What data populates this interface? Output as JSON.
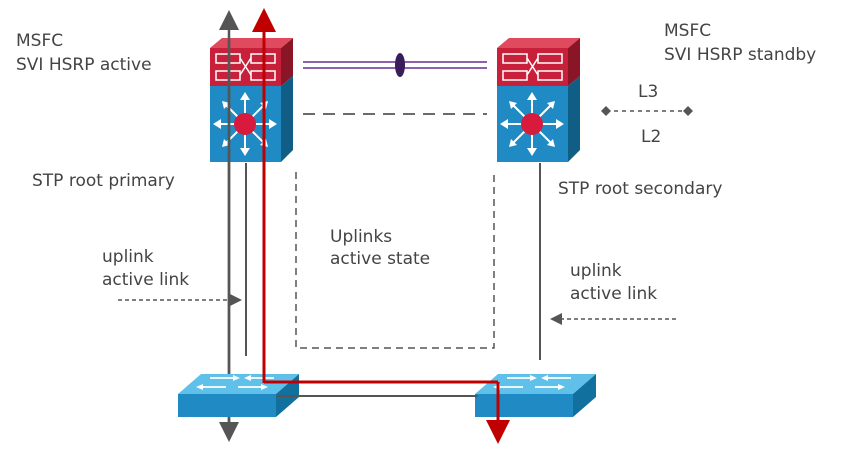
{
  "labels": {
    "left_mfsc_line1": "MSFC",
    "left_mfsc_line2": "SVI HSRP active",
    "right_mfsc_line1": "MSFC",
    "right_mfsc_line2": "SVI HSRP standby",
    "l3": "L3",
    "l2": "L2",
    "stp_primary": "STP root primary",
    "stp_secondary": "STP root secondary",
    "uplinks_line1": "Uplinks",
    "uplinks_line2": "active state",
    "left_uplink_line1": "uplink",
    "left_uplink_line2": "active link",
    "right_uplink_line1": "uplink",
    "right_uplink_line2": "active link"
  },
  "colors": {
    "msfc_red": "#c8203a",
    "switch_blue": "#1f8ac4",
    "path_red": "#c00000",
    "link_gray": "#555555",
    "trunk_purple": "#6a2c91"
  }
}
